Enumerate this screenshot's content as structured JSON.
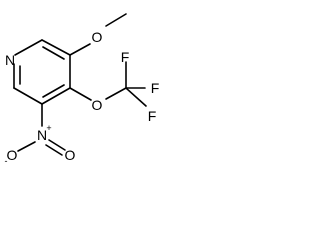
{
  "molecule": {
    "atoms": {
      "ring_nitrogen": "N",
      "methoxy_oxygen": "O",
      "ether_oxygen": "O",
      "fluorine_1": "F",
      "fluorine_2": "F",
      "fluorine_3": "F",
      "nitro_nitrogen": "N",
      "nitro_charge_plus": "+",
      "nitro_oxygen_double": "O",
      "nitro_oxygen_single": "O",
      "nitro_charge_minus": "-"
    }
  }
}
